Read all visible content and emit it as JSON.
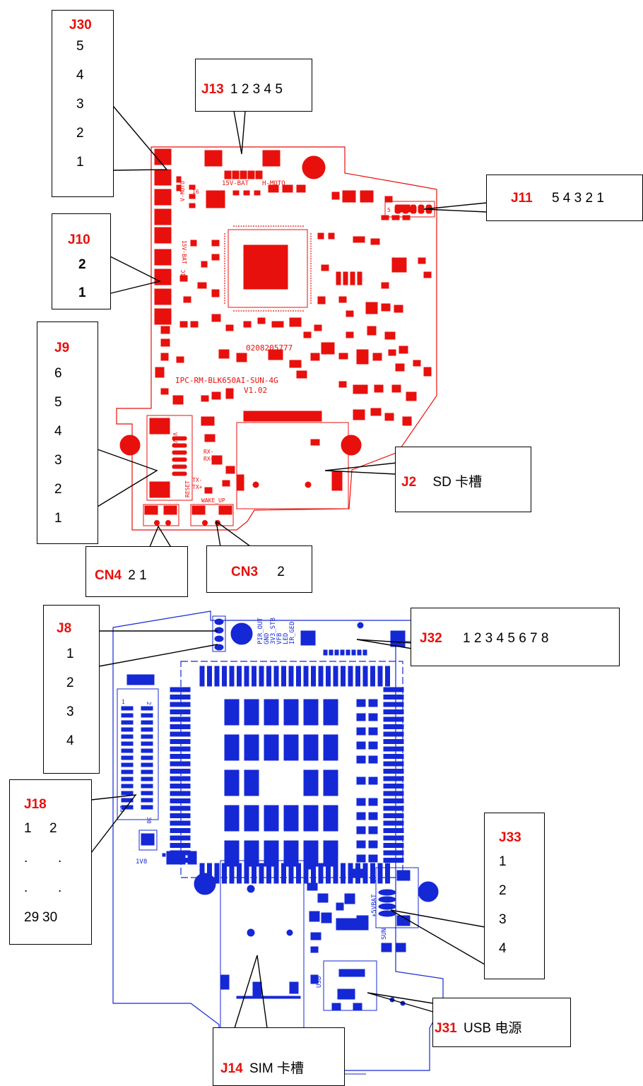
{
  "colors": {
    "top_board": "#e8100c",
    "bottom_board": "#1528d6",
    "label_accent": "#e8100c"
  },
  "top_board": {
    "silk": {
      "board_id": "0208205777",
      "model": "IPC-RM-BLK650AI-SUN-4G",
      "version": "V1.02",
      "v_bat": "15V-BAT",
      "h_moto": "H-MOTO",
      "v_moto": "V-MOTO",
      "batt": "15V-BAT",
      "mic": "MIC",
      "v1v8": "V1V8",
      "rx_minus": "RX-",
      "rx_plus": "RX+",
      "tx_minus": "TX-",
      "tx_plus": "TX+",
      "reset": "RESET",
      "wake_up": "WAKE_UP",
      "pin5": "5",
      "pin16": "16",
      "pin1": "1"
    }
  },
  "bottom_board": {
    "silk": {
      "pir_out": "PIR_OUT",
      "gnd": "GND",
      "v_stb": "3V3_STB",
      "vfb": "VFB",
      "led": "LED",
      "ir_ged": "IR_GED",
      "v1v8": "1V8",
      "usb": "USB",
      "sun": "SUN",
      "vbat": "+5VBAT",
      "g": "G",
      "pin30": "30",
      "pin29": "29",
      "pin1": "1",
      "pin2": "2"
    }
  },
  "callouts": {
    "j30": {
      "tag": "J30",
      "pins": [
        "5",
        "4",
        "3",
        "2",
        "1"
      ]
    },
    "j13": {
      "tag": "J13",
      "pins": "1 2 3 4 5"
    },
    "j11": {
      "tag": "J11",
      "pins": "5 4 3 2 1"
    },
    "j10": {
      "tag": "J10",
      "pins": [
        "2",
        "1"
      ]
    },
    "j9": {
      "tag": "J9",
      "pins": [
        "6",
        "5",
        "4",
        "3",
        "2",
        "1"
      ]
    },
    "j2": {
      "tag": "J2",
      "desc": "SD 卡槽"
    },
    "cn4": {
      "tag": "CN4",
      "pins": "2 1"
    },
    "cn3": {
      "tag": "CN3",
      "pins": "2"
    },
    "j8": {
      "tag": "J8",
      "pins": [
        "1",
        "2",
        "3",
        "4"
      ]
    },
    "j32": {
      "tag": "J32",
      "pins": "1 2 3 4 5 6 7 8"
    },
    "j18": {
      "tag": "J18",
      "rows": [
        [
          "1",
          "2"
        ],
        [
          ".",
          "."
        ],
        [
          ".",
          "."
        ],
        [
          "29",
          "30"
        ]
      ]
    },
    "j33": {
      "tag": "J33",
      "pins": [
        "1",
        "2",
        "3",
        "4"
      ]
    },
    "j31": {
      "tag": "J31",
      "desc": "USB 电源"
    },
    "j14": {
      "tag": "J14",
      "desc": "SIM 卡槽"
    }
  }
}
